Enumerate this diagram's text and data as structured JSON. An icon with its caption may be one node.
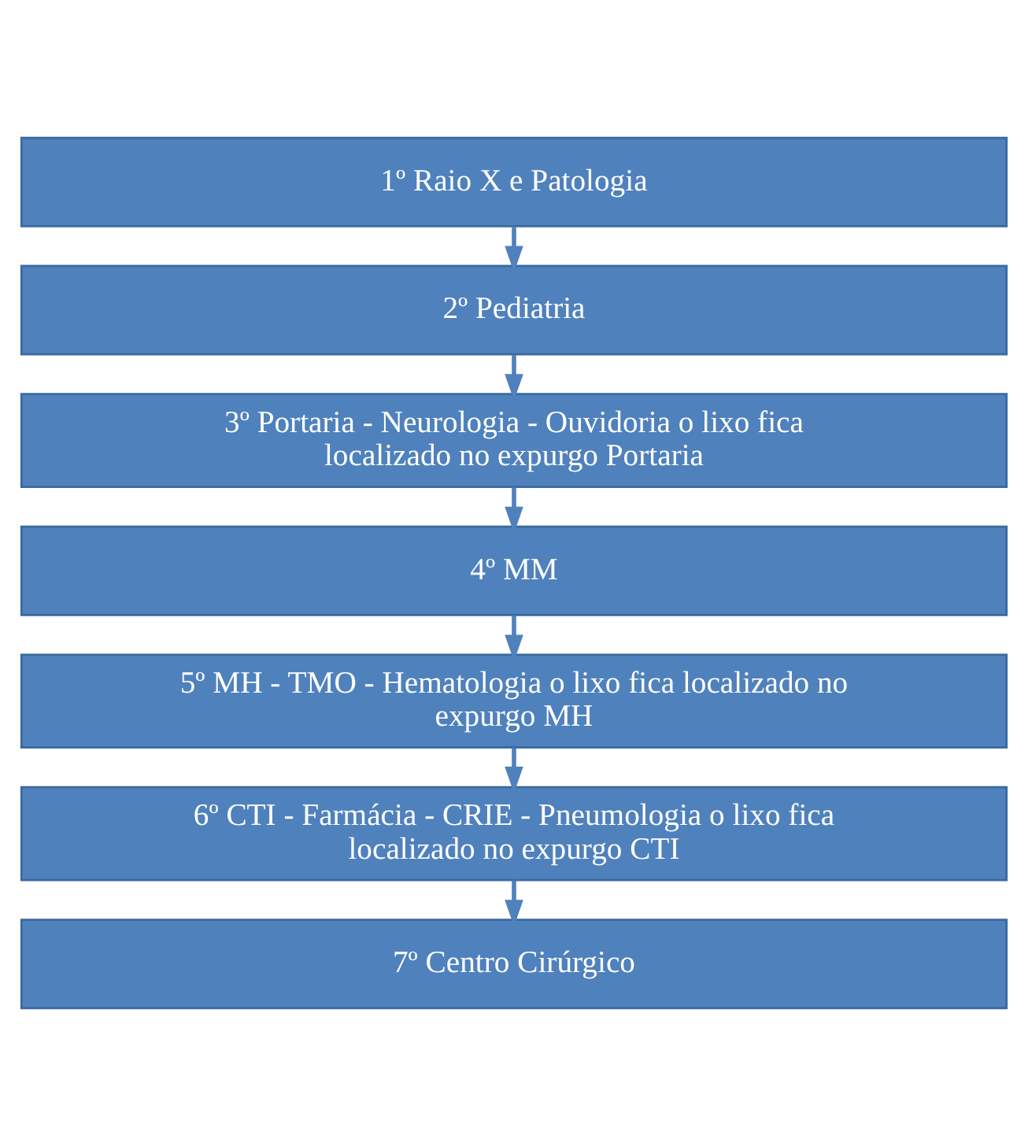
{
  "diagram": {
    "nodes": [
      {
        "text": [
          "1º Raio X e Patologia"
        ]
      },
      {
        "text": [
          "2º Pediatria"
        ]
      },
      {
        "text": [
          "3º Portaria - Neurologia - Ouvidoria o lixo fica localizado no expurgo Portaria"
        ]
      },
      {
        "text": [
          "4º MM"
        ]
      },
      {
        "text": [
          "5º MH - TMO - Hematologia o lixo fica localizado no expurgo MH"
        ]
      },
      {
        "text": [
          "6º CTI - Farmácia - CRIE - Pneumologia o lixo fica localizado no expurgo CTI"
        ]
      },
      {
        "text": [
          "7º Centro Cirúrgico"
        ]
      }
    ],
    "edges": [
      {
        "from": 0,
        "to": 1,
        "arrow": "to"
      },
      {
        "from": 1,
        "to": 2,
        "arrow": "to"
      },
      {
        "from": 2,
        "to": 3,
        "arrow": "to"
      },
      {
        "from": 3,
        "to": 4,
        "arrow": "to"
      },
      {
        "from": 4,
        "to": 5,
        "arrow": "to"
      },
      {
        "from": 5,
        "to": 6,
        "arrow": "to"
      }
    ]
  }
}
